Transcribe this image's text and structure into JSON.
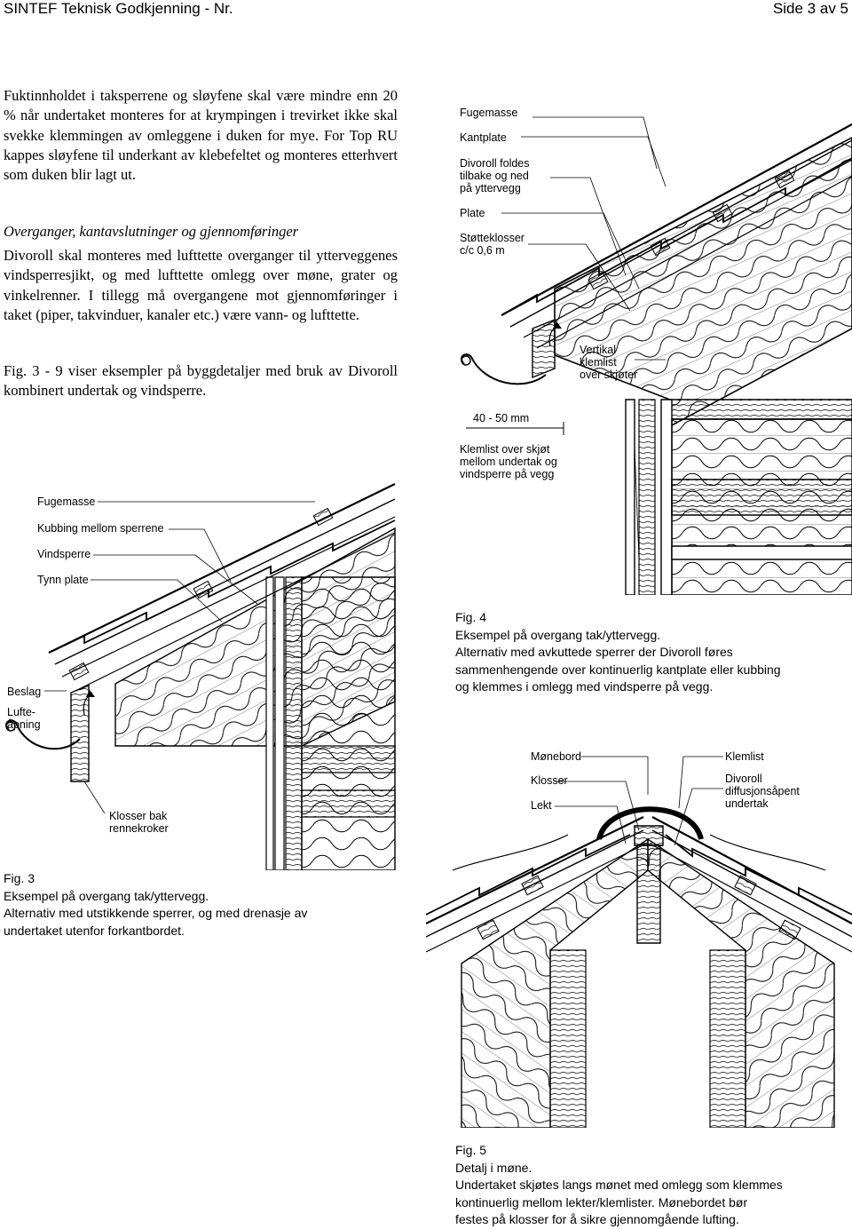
{
  "header": {
    "left": "SINTEF Teknisk Godkjenning  -  Nr.",
    "right": "Side 3 av 5"
  },
  "text": {
    "para1": "Fuktinnholdet i taksperrene og sløyfene skal være mindre enn 20 % når undertaket monteres for at krympingen i trevirket ikke skal svekke klemmingen av omleggene i duken for mye. For Top RU kappes sløyfene til underkant av klebefeltet og monteres etterhvert som duken blir lagt ut.",
    "heading": "Overganger, kantavslutninger og gjennomføringer",
    "para2": "Divoroll skal monteres med lufttette overganger til ytterveggenes vindsperresjikt, og med lufttette omlegg over møne, grater og vinkelrenner. I tillegg må overgangene mot gjennomføringer i taket (piper, takvinduer, kanaler etc.) være vann- og lufttette.",
    "para3": "Fig. 3 - 9 viser eksempler på byggdetaljer med bruk av Divoroll kombinert undertak og vindsperre."
  },
  "fig4": {
    "labels": {
      "fugemasse": "Fugemasse",
      "kantplate": "Kantplate",
      "divoroll_foldes": [
        "Divoroll foldes",
        "tilbake og ned",
        "på yttervegg"
      ],
      "plate": "Plate",
      "stotteklosser": [
        "Støtteklosser",
        "c/c 0,6 m"
      ],
      "vertikal": [
        "Vertikal",
        "klemlist",
        "over skjøter"
      ],
      "dimension": "40 - 50 mm",
      "klemlist_skjot": [
        "Klemlist over skjøt",
        "mellom undertak og",
        "vindsperre på vegg"
      ]
    },
    "caption": {
      "title": "Fig. 4",
      "lines": [
        "Eksempel på overgang tak/yttervegg.",
        "Alternativ med avkuttede sperrer der Divoroll føres",
        "sammenhengende over kontinuerlig kantplate eller kubbing",
        "og klemmes i omlegg med vindsperre på vegg."
      ]
    }
  },
  "fig3": {
    "labels": {
      "fugemasse": "Fugemasse",
      "kubbing": "Kubbing mellom sperrene",
      "vindsperre": "Vindsperre",
      "tynn_plate": "Tynn plate",
      "beslag": "Beslag",
      "lufteapning": [
        "Lufte-",
        "åpning"
      ],
      "klosser_bak": [
        "Klosser bak",
        "rennekroker"
      ]
    },
    "caption": {
      "title": "Fig. 3",
      "lines": [
        "Eksempel på overgang tak/yttervegg.",
        "Alternativ med utstikkende sperrer, og med drenasje av",
        "undertaket utenfor forkantbordet."
      ]
    }
  },
  "fig5": {
    "labels": {
      "monebord": "Mønebord",
      "klosser": "Klosser",
      "lekt": "Lekt",
      "klemlist": "Klemlist",
      "divoroll": [
        "Divoroll",
        "diffusjonsåpent",
        "undertak"
      ]
    },
    "caption": {
      "title": "Fig. 5",
      "lines": [
        "Detalj i møne.",
        "Undertaket skjøtes langs mønet med omlegg som klemmes",
        "kontinuerlig mellom lekter/klemlister. Mønebordet bør",
        "festes på klosser for å sikre gjennomgående lufting."
      ]
    }
  }
}
